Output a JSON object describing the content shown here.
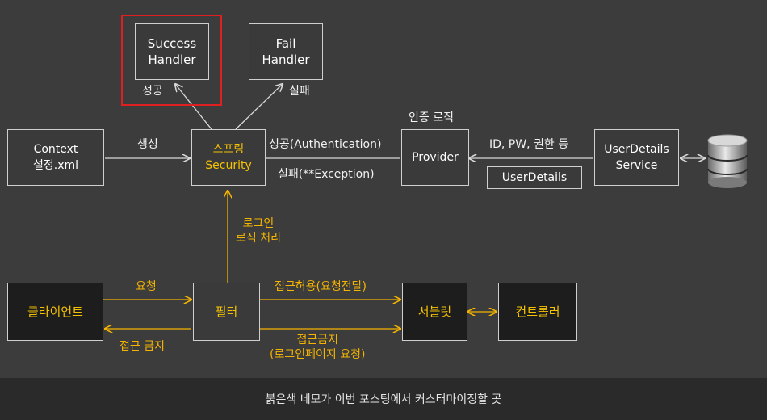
{
  "nodes": {
    "success_handler": [
      "Success",
      "Handler"
    ],
    "fail_handler": [
      "Fail",
      "Handler"
    ],
    "context": [
      "Context",
      "설정.xml"
    ],
    "spring_security": [
      "스프링",
      "Security"
    ],
    "provider": "Provider",
    "userdetails_service": [
      "UserDetails",
      "Service"
    ],
    "userdetails": "UserDetails",
    "client": "클라이언트",
    "filter": "필터",
    "servlet": "서블릿",
    "controller": "컨트롤러"
  },
  "edge_labels": {
    "success": "성공",
    "fail": "실패",
    "create": "생성",
    "auth_success": "성공(Authentication)",
    "auth_fail": "실패(**Exception)",
    "auth_logic": "인증 로직",
    "id_pw": "ID, PW, 권한 등",
    "login_logic": [
      "로그인",
      "로직 처리"
    ],
    "request": "요청",
    "access_denied": "접근 금지",
    "access_allowed": "접근허용(요청전달)",
    "access_forbidden": [
      "접근금지",
      "(로그인페이지 요청)"
    ]
  },
  "caption": "붉은색 네모가 이번 포스팅에서 커스터마이징할 곳",
  "colors": {
    "highlight": "#e02020",
    "accent": "#f5b400",
    "line": "#d8d8d8"
  },
  "icons": {
    "database": "database-icon"
  }
}
